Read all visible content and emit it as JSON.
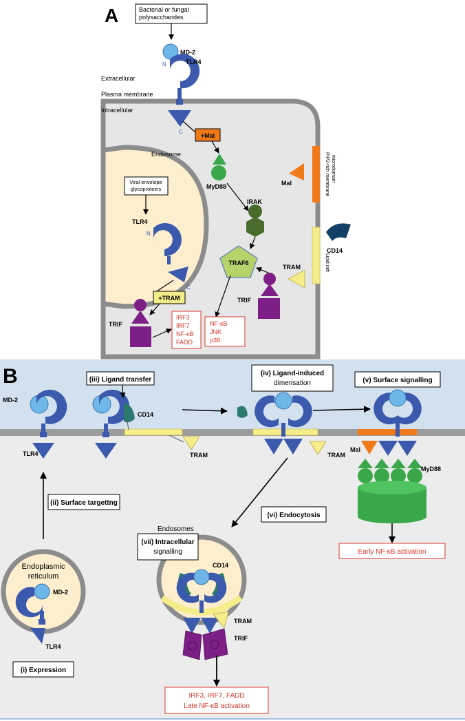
{
  "panelA": {
    "label": "A",
    "stimulus": [
      "Bacterial or fungal",
      "polysaccharides"
    ],
    "md2": "MD-2",
    "tlr4": "TLR4",
    "n_term": "N",
    "c_term": "C",
    "extracellular": "Extracellular",
    "plasma_membrane": "Plasma membrane",
    "intracellular": "Intracellular",
    "plus_mal": "+Mal",
    "endosome": "Endosome",
    "myd88": "MyD88",
    "viral": [
      "Viral envelope",
      "glycoproteins"
    ],
    "endo_tlr4": "TLR4",
    "irak": "IRAK",
    "traf6": "TRAF6",
    "plus_tram": "+TRAM",
    "trif": "TRIF",
    "trif2": "TRIF",
    "irf_box": [
      "IRF3",
      "IRF7",
      "NF-κB",
      "FADD"
    ],
    "nfkb_box": [
      "NF-κB",
      "JNK",
      "p38"
    ],
    "mal": "Mal",
    "cd14": "CD14",
    "tram": "TRAM",
    "pip2": [
      "PIP2-rich membrane",
      "microdomain"
    ],
    "lipid_raft": "Lipid raft",
    "colors": {
      "tlr4": "#3b5aad",
      "md2": "#6fb7e8",
      "myd88": "#3aa84a",
      "trif": "#7d1f86",
      "tram": "#f5ec8a",
      "mal": "#f07a1a",
      "cd14": "#1f6b6a",
      "nucleus": "#fdeecd",
      "cell": "#e6e6e6",
      "membrane": "#8c8c8c",
      "alert": "#d83a2b"
    }
  },
  "panelB": {
    "label": "B",
    "md2": "MD-2",
    "tlr4_top": "TLR4",
    "step_iii": "(iii) Ligand transfer",
    "cd14": "CD14",
    "step_iv": [
      "(iv) Ligand-induced",
      "dimerisation"
    ],
    "step_v": "(v) Surface signalling",
    "tram1": "TRAM",
    "tram2": "TRAM",
    "mal": "Mal",
    "myd88": "MyD88",
    "step_ii": "(ii) Surface targettng",
    "step_vi": "(vi) Endocytosis",
    "endosomes": "Endosomes",
    "step_vii": [
      "(vii) Intracellular",
      "signalling"
    ],
    "er": [
      "Endoplasmic",
      "reticulum"
    ],
    "er_md2": "MD-2",
    "er_tlr4": "TLR4",
    "endo_cd14": "CD14",
    "endo_tram": "TRAM",
    "endo_trif": "TRIF",
    "early": "Early NF-κB activation",
    "late": [
      "IRF3, IRF7, FADD",
      "Late NF-κB activation"
    ],
    "step_i": "(i) Expression"
  }
}
